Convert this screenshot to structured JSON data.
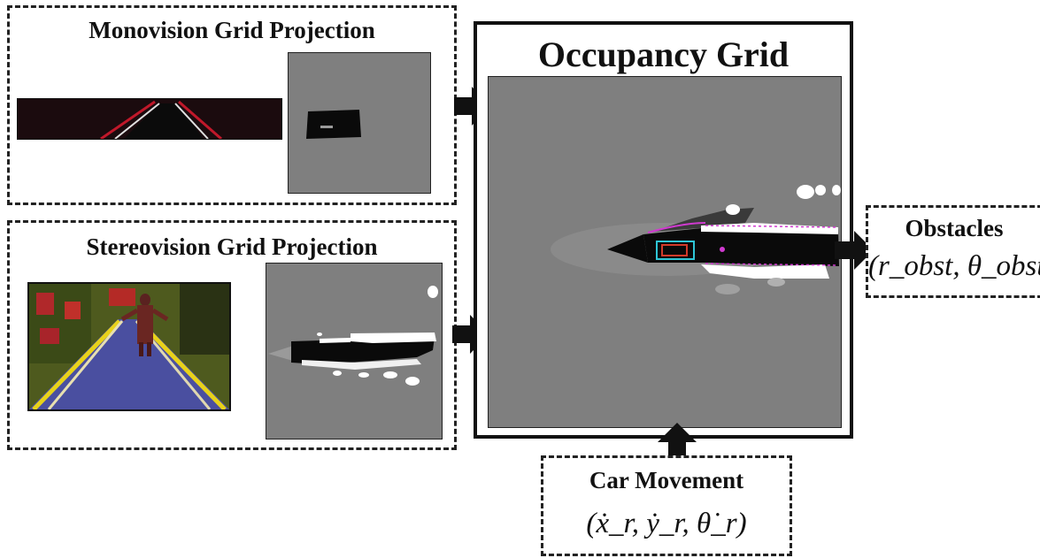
{
  "monovision": {
    "title": "Monovision Grid Projection"
  },
  "stereovision": {
    "title": "Stereovision Grid Projection"
  },
  "occupancy": {
    "title": "Occupancy Grid"
  },
  "obstacles": {
    "title": "Obstacles",
    "formula": "(r_obst, θ_obst)"
  },
  "car": {
    "title": "Car Movement",
    "formula": "(ẋ_r, ẏ_r, θ̇_r)"
  },
  "colors": {
    "grid_gray": "#7f7f7f",
    "obstacle_black": "#0a0a0a",
    "free_white": "#ffffff",
    "lane_red": "#c0182a",
    "lane_yellow": "#e8d21a",
    "road_blue": "#4a4fa0",
    "car_box_cyan": "#2fc6d6",
    "car_box_red": "#d23a2a",
    "magenta_outline": "#d03ad0"
  }
}
